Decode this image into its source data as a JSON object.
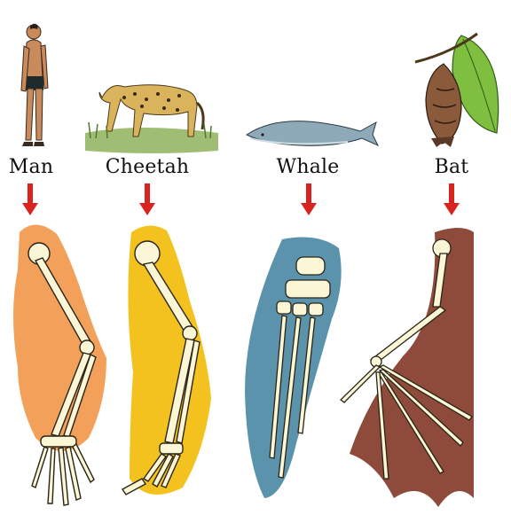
{
  "animals": [
    {
      "label": "Man",
      "limb_color": "#f2a05a",
      "icon": "human-figure"
    },
    {
      "label": "Cheetah",
      "limb_color": "#f3c21f",
      "icon": "cheetah"
    },
    {
      "label": "Whale",
      "limb_color": "#5b93ad",
      "icon": "whale"
    },
    {
      "label": "Bat",
      "limb_color": "#8e4a3a",
      "icon": "bat"
    }
  ],
  "colors": {
    "arrow": "#d9231e",
    "bone": "#fbf6d6",
    "bone_outline": "#2a2418"
  }
}
